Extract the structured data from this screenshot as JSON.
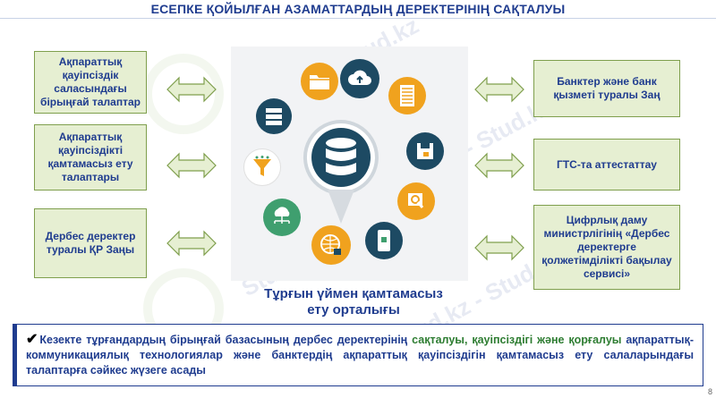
{
  "title": "ЕСЕПКЕ ҚОЙЫЛҒАН АЗАМАТТАРДЫҢ  ДЕРЕКТЕРІНІҢ САҚТАЛУЫ",
  "slide_number": "8",
  "left_boxes": [
    "Ақпараттық қауіпсіздік саласындағы бірыңғай талаптар",
    "Ақпараттық қауіпсіздікті қамтамасыз ету талаптары",
    "Дербес деректер туралы ҚР Заңы"
  ],
  "right_boxes": [
    "Банктер және банк қызметі туралы Заң",
    "ГТС-та аттестаттау",
    "Цифрлық даму министрлігінің «Дербес деректерге қолжетімділікті бақылау сервисі»"
  ],
  "center_caption_line1": "Тұрғын үймен қамтамасыз",
  "center_caption_line2": "ету орталығы",
  "bottom": {
    "check": "✔",
    "part1": "Кезекте тұрғандардың бірыңғай базасының дербес деректерінің ",
    "highlight": "сақталуы, қауіпсіздігі және қорғалуы",
    "part2": " ақпараттық-коммуникациялық технологиялар және банктердің ақпараттық қауіпсіздігін қамтамасыз ету салаларындағы талаптарға сәйкес жүзеге асады"
  },
  "watermark": "Stud.kz - Stud.kz",
  "colors": {
    "title": "#1f3c8f",
    "box_fill": "#e6efd2",
    "box_border": "#7f9f4d",
    "highlight": "#2e7d32",
    "icon_dark": "#1d4a63",
    "icon_orange": "#f0a21e",
    "icon_green": "#3f9f6f"
  },
  "icons": [
    "database-icon",
    "folder-icon",
    "cloud-upload-icon",
    "server-rack-icon",
    "filter-funnel-icon",
    "network-cloud-icon",
    "globe-lock-icon",
    "phone-lock-icon",
    "search-document-icon",
    "floppy-lock-icon",
    "server-stack-icon"
  ]
}
